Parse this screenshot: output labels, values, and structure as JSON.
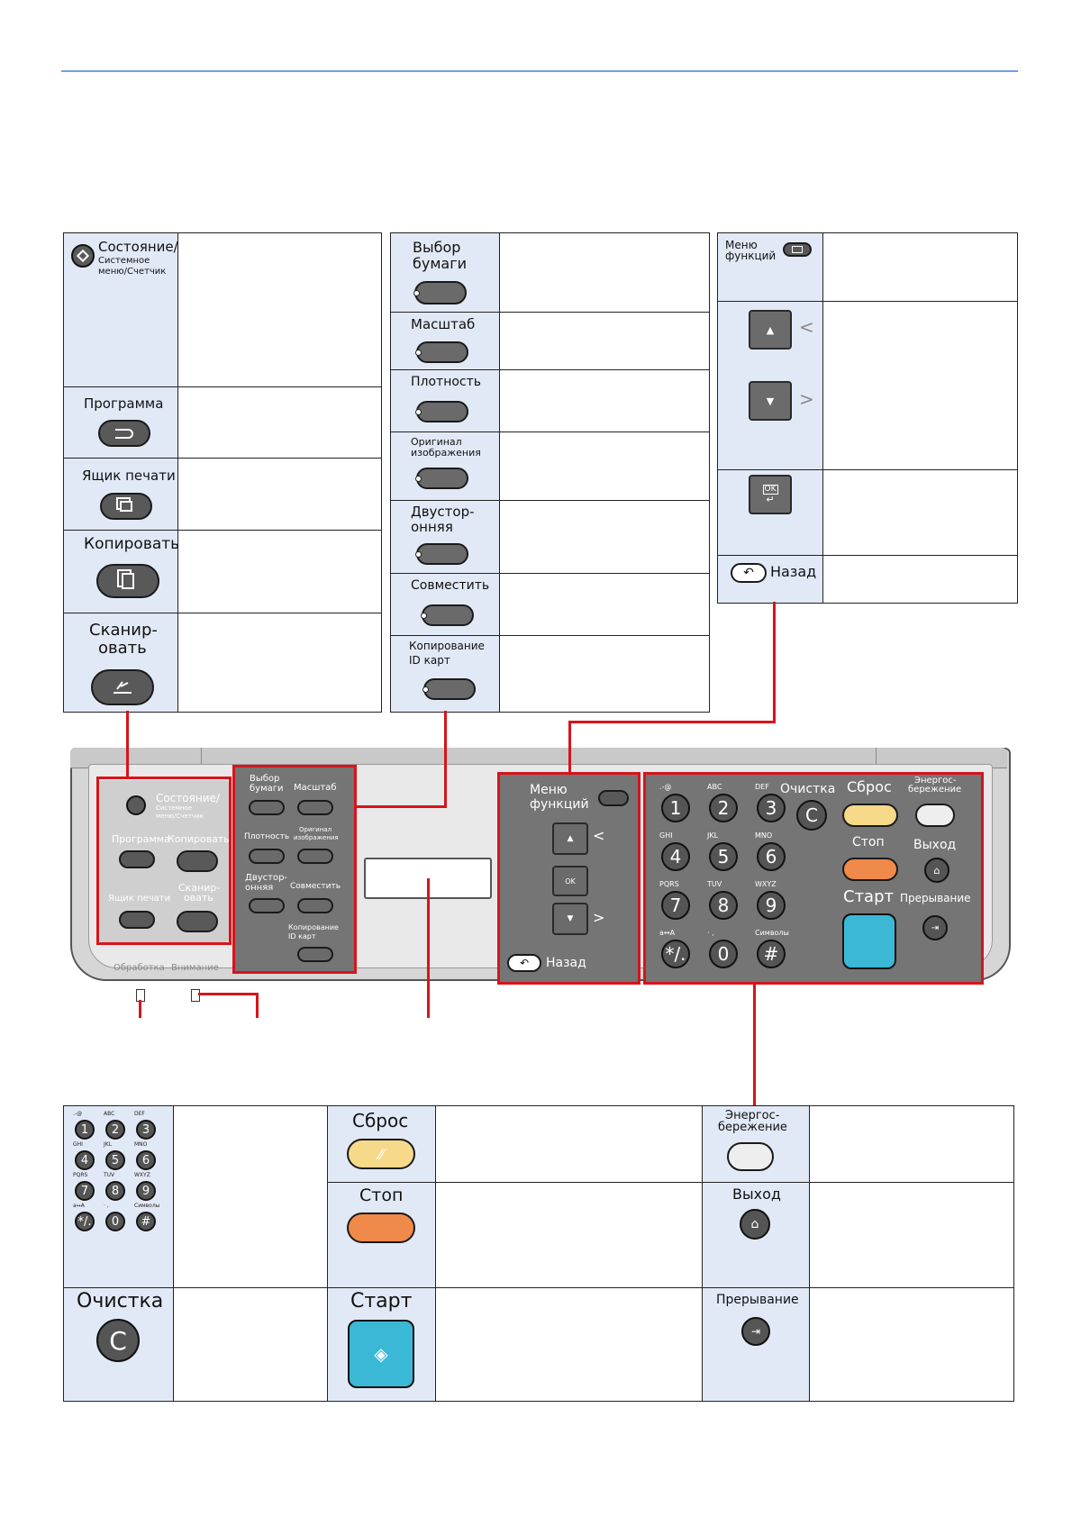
{
  "status_table": {
    "status_label": [
      "Состояние/",
      "Системное",
      "меню/Счетчик"
    ],
    "program": "Программа",
    "job_box": "Ящик печати",
    "copy": "Копировать",
    "scan": [
      "Сканир-",
      "овать"
    ]
  },
  "copy_table": {
    "paper": [
      "Выбор",
      "бумаги"
    ],
    "zoom": "Масштаб",
    "density": "Плотность",
    "original": [
      "Оригинал",
      "изображения"
    ],
    "duplex": [
      "Двустор-",
      "онняя"
    ],
    "combine": "Совместить",
    "idcard": [
      "Копирование",
      "ID карт"
    ]
  },
  "menu_table": {
    "menu": [
      "Меню",
      "функций"
    ],
    "up_arrow": "<",
    "down_arrow": ">",
    "ok": "OK",
    "back": "Назад"
  },
  "panel": {
    "left": {
      "status": "Состояние/",
      "status_sub": [
        "Системное",
        "меню/Счетчик"
      ],
      "program": "Программа",
      "copy": "Копировать",
      "job_box": "Ящик печати",
      "scan": [
        "Сканир-",
        "овать"
      ],
      "processing": "Обработка",
      "attention": "Внимание"
    },
    "copy": {
      "paper": [
        "Выбор",
        "бумаги"
      ],
      "zoom": "Масштаб",
      "density": "Плотность",
      "original": [
        "Оригинал",
        "изображения"
      ],
      "duplex": [
        "Двустор-",
        "онняя"
      ],
      "combine": "Совместить",
      "idcard": [
        "Копирование",
        "ID карт"
      ]
    },
    "nav": {
      "menu": [
        "Меню",
        "функций"
      ],
      "back": "Назад",
      "lt": "<",
      "gt": ">"
    },
    "keypad": {
      "letters": [
        ".-@",
        "ABC",
        "DEF",
        "GHI",
        "JKL",
        "MNO",
        "PQRS",
        "TUV",
        "WXYZ",
        "a↔A",
        "· ,",
        "Символы"
      ],
      "digits": [
        "1",
        "2",
        "3",
        "4",
        "5",
        "6",
        "7",
        "8",
        "9",
        "*/.",
        "0",
        "#"
      ],
      "clear": "Очистка",
      "reset": "Сброс",
      "energy": [
        "Энергос-",
        "бережение"
      ],
      "stop": "Стоп",
      "exit": "Выход",
      "start": "Старт",
      "interrupt": "Прерывание"
    }
  },
  "bottom_table": {
    "letters": [
      ".-@",
      "ABC",
      "DEF",
      "GHI",
      "JKL",
      "MNO",
      "PQRS",
      "TUV",
      "WXYZ",
      "a↔A",
      "· ,",
      "Символы"
    ],
    "digits": [
      "1",
      "2",
      "3",
      "4",
      "5",
      "6",
      "7",
      "8",
      "9",
      "*/.",
      "0",
      "#"
    ],
    "reset": "Сброс",
    "stop": "Стоп",
    "start": "Старт",
    "clear": "Очистка",
    "energy": [
      "Энергос-",
      "бережение"
    ],
    "exit": "Выход",
    "interrupt": "Прерывание"
  },
  "colors": {
    "accent_line": "#6f9fdf",
    "label_bg": "#e2e9f6",
    "callout_red": "#d7141b",
    "reset_yellow": "#f7d98a",
    "stop_orange": "#f08a4b",
    "start_cyan": "#3bb8d6"
  }
}
